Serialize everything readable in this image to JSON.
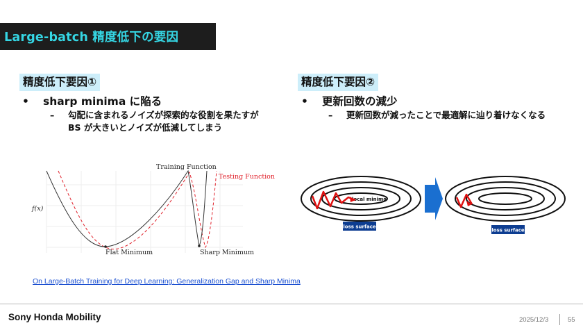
{
  "title": "Large-batch 精度低下の要因",
  "left": {
    "tag": "精度低下要因①",
    "bullet": "sharp minima に陥る",
    "sub_line1": "勾配に含まれるノイズが探索的な役割を果たすが",
    "sub_line2": "BS が大きいとノイズが低減してしまう"
  },
  "right": {
    "tag": "精度低下要因②",
    "bullet": "更新回数の減少",
    "sub": "更新回数が減ったことで最適解に辿り着けなくなる"
  },
  "bullet_glyph": "•",
  "dash_glyph": "–",
  "figure1": {
    "training_label": "Training Function",
    "testing_label": "Testing Function",
    "y_label": "f(x)",
    "flat_label": "Flat Minimum",
    "sharp_label": "Sharp Minimum",
    "colors": {
      "training": "#333333",
      "testing": "#e0202a"
    }
  },
  "figure2": {
    "local_minima_label": "local minima",
    "surface_label_left": "loss surface",
    "surface_label_right": "loss surface",
    "colors": {
      "arrow": "#1a6fd0",
      "path": "#e01010",
      "label_bg": "#0d3d91"
    }
  },
  "reference_link": "On Large-Batch Training for Deep Learning: Generalization Gap and Sharp Minima",
  "footer": {
    "brand": "Sony Honda Mobility",
    "date": "2025/12/3",
    "page": "55"
  }
}
